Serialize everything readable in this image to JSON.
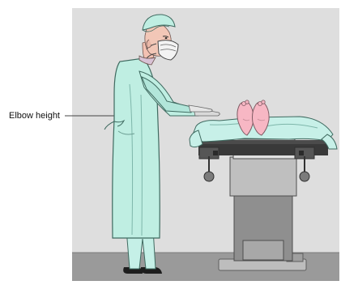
{
  "diagram": {
    "annotation_label": "Elbow height"
  },
  "colors": {
    "wall": "#dedede",
    "floor": "#979797",
    "gown": "#bfeee2",
    "gown_outline": "#3f6a60",
    "skin": "#f6c9b6",
    "mask": "#f4f4f4",
    "drape": "#c7f0e8",
    "feet": "#f7b7c4",
    "table_dark": "#3b3b3b",
    "table_mid": "#8e8e8e",
    "table_light": "#b8b8b8",
    "pointer_line": "#444444"
  },
  "icons": {
    "surgeon": "surgeon-figure",
    "operating_table": "operating-table",
    "patient": "draped-patient"
  }
}
